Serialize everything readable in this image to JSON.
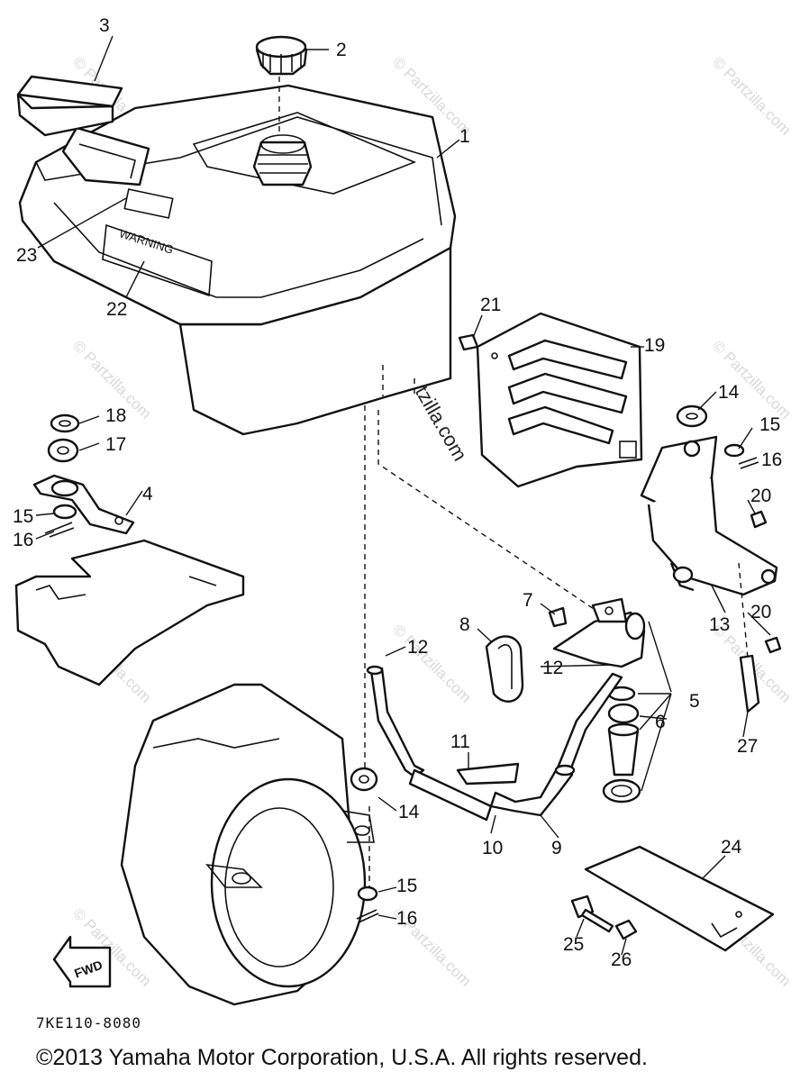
{
  "callouts": [
    {
      "id": "c1",
      "label": "1"
    },
    {
      "id": "c2",
      "label": "2"
    },
    {
      "id": "c3",
      "label": "3"
    },
    {
      "id": "c4",
      "label": "4"
    },
    {
      "id": "c5",
      "label": "5"
    },
    {
      "id": "c6",
      "label": "6"
    },
    {
      "id": "c7",
      "label": "7"
    },
    {
      "id": "c8",
      "label": "8"
    },
    {
      "id": "c9",
      "label": "9"
    },
    {
      "id": "c10",
      "label": "10"
    },
    {
      "id": "c11",
      "label": "11"
    },
    {
      "id": "c12a",
      "label": "12"
    },
    {
      "id": "c12b",
      "label": "12"
    },
    {
      "id": "c13",
      "label": "13"
    },
    {
      "id": "c14a",
      "label": "14"
    },
    {
      "id": "c14b",
      "label": "14"
    },
    {
      "id": "c15a",
      "label": "15"
    },
    {
      "id": "c15b",
      "label": "15"
    },
    {
      "id": "c15c",
      "label": "15"
    },
    {
      "id": "c16a",
      "label": "16"
    },
    {
      "id": "c16b",
      "label": "16"
    },
    {
      "id": "c16c",
      "label": "16"
    },
    {
      "id": "c17",
      "label": "17"
    },
    {
      "id": "c18",
      "label": "18"
    },
    {
      "id": "c19",
      "label": "19"
    },
    {
      "id": "c20a",
      "label": "20"
    },
    {
      "id": "c20b",
      "label": "20"
    },
    {
      "id": "c21",
      "label": "21"
    },
    {
      "id": "c22",
      "label": "22"
    },
    {
      "id": "c23",
      "label": "23"
    },
    {
      "id": "c24",
      "label": "24"
    },
    {
      "id": "c25",
      "label": "25"
    },
    {
      "id": "c26",
      "label": "26"
    },
    {
      "id": "c27",
      "label": "27"
    }
  ],
  "warning_label": "WARNING",
  "fwd_label": "FWD",
  "watermark_text": "© Partzilla.com",
  "drawing_code": "7KE110-8080",
  "copyright": "©2013 Yamaha Motor Corporation, U.S.A. All rights reserved."
}
